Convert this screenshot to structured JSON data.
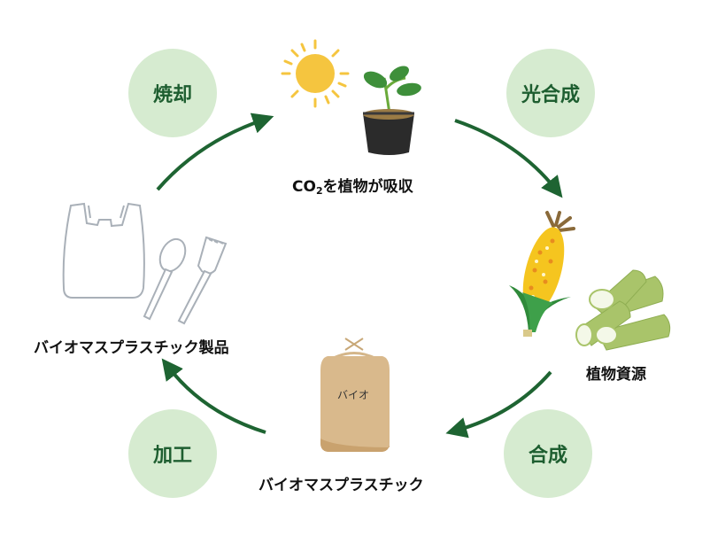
{
  "diagram": {
    "title": "Biomass plastic carbon cycle",
    "colors": {
      "arrow": "#1e6432",
      "process_circle": "#d6ebd0",
      "process_text": "#1e5e30"
    },
    "processes": [
      {
        "id": "incineration",
        "label": "焼却"
      },
      {
        "id": "photosynthesis",
        "label": "光合成"
      },
      {
        "id": "synthesis",
        "label": "合成"
      },
      {
        "id": "processing",
        "label": "加工"
      }
    ],
    "stages": [
      {
        "id": "co2-absorption",
        "label_prefix": "CO",
        "label_sub": "2",
        "label_suffix": "を植物が吸収",
        "icons": [
          "sun-icon",
          "seedling-pot-icon"
        ]
      },
      {
        "id": "plant-resources",
        "label": "植物資源",
        "icons": [
          "corn-icon",
          "sugarcane-icon"
        ]
      },
      {
        "id": "biomass-plastic",
        "label": "バイオマスプラスチック",
        "icons": [
          "bag-icon"
        ],
        "bag_label": "バイオ"
      },
      {
        "id": "biomass-products",
        "label": "バイオマスプラスチック製品",
        "icons": [
          "plastic-bag-icon",
          "spoon-icon",
          "fork-icon"
        ]
      }
    ],
    "flow": [
      "co2-absorption",
      "plant-resources",
      "biomass-plastic",
      "biomass-products",
      "co2-absorption"
    ]
  }
}
